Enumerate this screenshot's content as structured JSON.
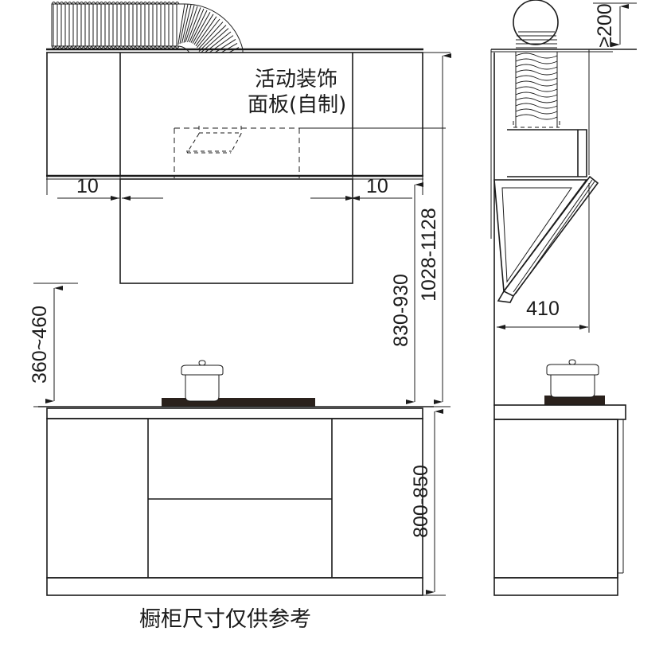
{
  "drawing": {
    "title_caption": "橱柜尺寸仅供参考",
    "annotations": [
      {
        "id": "decor-panel",
        "text_line1": "活动装饰",
        "text_line2": "面板(自制)"
      }
    ],
    "dimensions": {
      "gap_left": "10",
      "gap_right": "10",
      "hood_to_cooktop": "830-930",
      "ceiling_to_cooktop": "1028-1128",
      "cabinet_bottom_to_hood": "360~460",
      "counter_height": "800-850",
      "duct_clearance": "≥200",
      "side_depth": "410"
    },
    "colors": {
      "line": "#1b1b1b",
      "cooktop": "#2a211c",
      "paper": "#ffffff"
    },
    "views": [
      {
        "name": "front-view",
        "label": ""
      },
      {
        "name": "side-view",
        "label": ""
      }
    ]
  }
}
